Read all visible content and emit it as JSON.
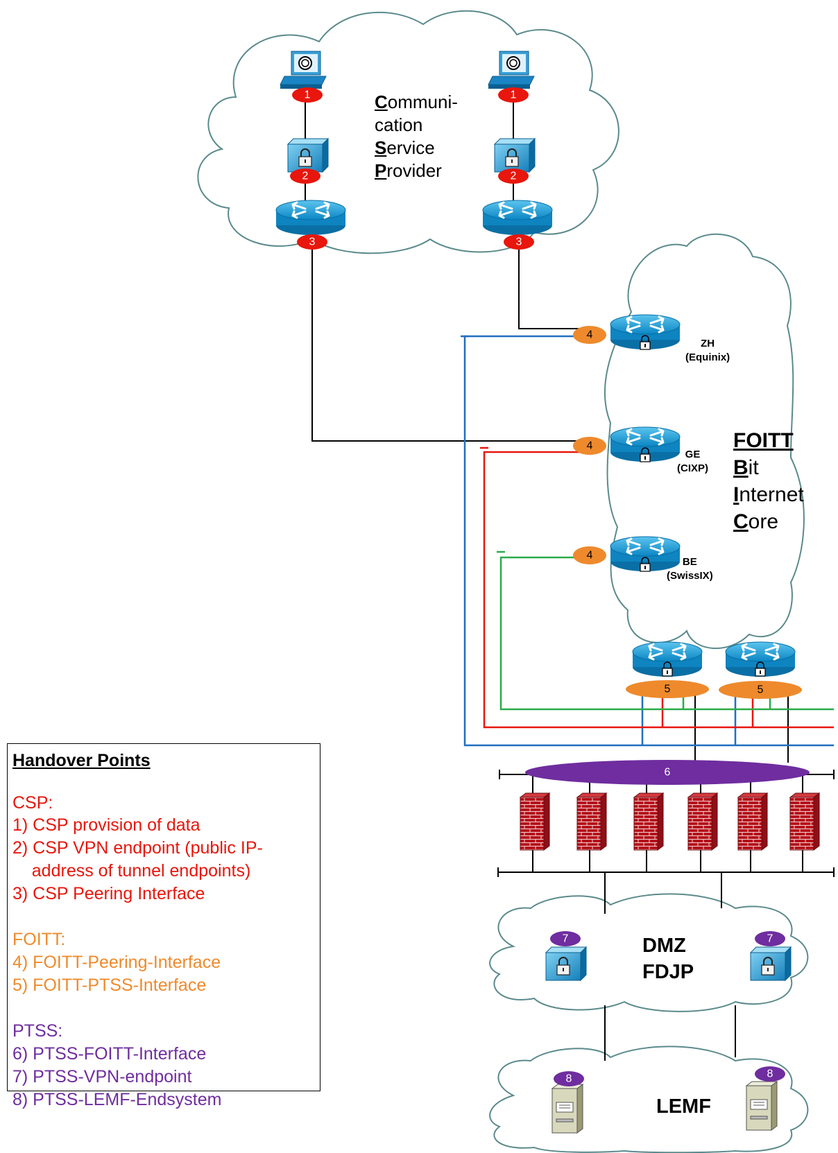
{
  "csp_cloud": {
    "title_lines": [
      {
        "initial": "C",
        "rest": "ommuni-"
      },
      {
        "initial": "",
        "rest": "cation"
      },
      {
        "initial": "S",
        "rest": "ervice"
      },
      {
        "initial": "P",
        "rest": "rovider"
      }
    ]
  },
  "core_cloud": {
    "title_lines": [
      {
        "initial": "FOITT",
        "rest": ""
      },
      {
        "initial": "B",
        "rest": "it"
      },
      {
        "initial": "I",
        "rest": "nternet"
      },
      {
        "initial": "C",
        "rest": "ore"
      }
    ]
  },
  "sites": [
    {
      "code": "ZH",
      "name": "(Equinix)"
    },
    {
      "code": "GE",
      "name": "(CIXP)"
    },
    {
      "code": "BE",
      "name": "(SwissIX)"
    }
  ],
  "dmz_cloud": {
    "line1": "DMZ",
    "line2": "FDJP"
  },
  "lemf_cloud": {
    "label": "LEMF"
  },
  "badges": {
    "b1": "1",
    "b2": "2",
    "b3": "3",
    "b4": "4",
    "b5": "5",
    "b6": "6",
    "b7": "7",
    "b8": "8"
  },
  "colors": {
    "csp": "#e8160c",
    "foitt": "#ee8a2c",
    "ptss": "#6f2d9f",
    "router": "#1a9bd7",
    "line_blue": "#1f6fc0",
    "line_red": "#e8160c",
    "line_green": "#2bab48",
    "firewall": "#b5121b",
    "cloud_stroke": "#5b8a8c"
  },
  "legend": {
    "title": "Handover Points",
    "csp_header": "CSP:",
    "csp_items": [
      "1) CSP provision of data",
      "2) CSP VPN endpoint (public IP-",
      "    address of tunnel endpoints)",
      "3) CSP Peering Interface"
    ],
    "foitt_header": "FOITT:",
    "foitt_items": [
      "4) FOITT-Peering-Interface",
      "5) FOITT-PTSS-Interface"
    ],
    "ptss_header": "PTSS:",
    "ptss_items": [
      "6) PTSS-FOITT-Interface",
      "7) PTSS-VPN-endpoint",
      "8) PTSS-LEMF-Endsystem"
    ]
  }
}
